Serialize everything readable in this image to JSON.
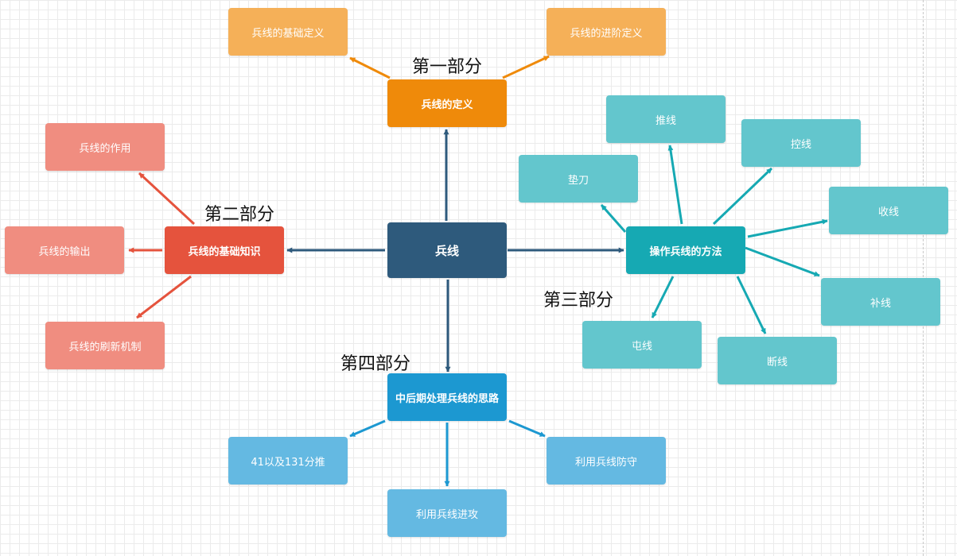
{
  "colors": {
    "root": "#2e5a7c",
    "orange": "#ef8a0a",
    "orange_light": "#f5b058",
    "red": "#e5533d",
    "red_light": "#f08d80",
    "teal": "#16a9b3",
    "teal_light": "#63c6cd",
    "blue": "#1c98d1",
    "blue_light": "#64b9e2"
  },
  "root": {
    "label": "兵线"
  },
  "section_labels": {
    "part1": "第一部分",
    "part2": "第二部分",
    "part3": "第三部分",
    "part4": "第四部分"
  },
  "part1": {
    "main": "兵线的定义",
    "children": [
      "兵线的基础定义",
      "兵线的进阶定义"
    ]
  },
  "part2": {
    "main": "兵线的基础知识",
    "children": [
      "兵线的作用",
      "兵线的输出",
      "兵线的刷新机制"
    ]
  },
  "part3": {
    "main": "操作兵线的方法",
    "children": [
      "推线",
      "控线",
      "垫刀",
      "收线",
      "补线",
      "屯线",
      "断线"
    ]
  },
  "part4": {
    "main": "中后期处理兵线的思路",
    "children": [
      "41以及131分推",
      "利用兵线防守",
      "利用兵线进攻"
    ]
  }
}
